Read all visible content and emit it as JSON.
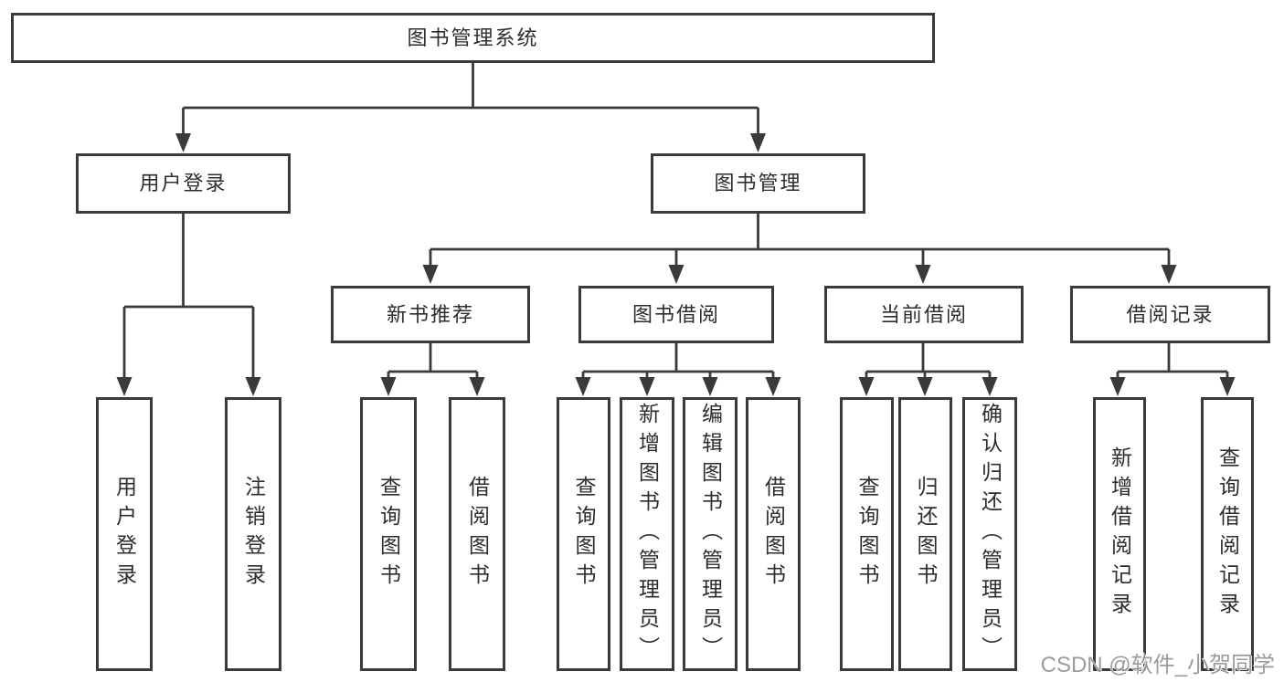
{
  "colors": {
    "line": "#3a3a3a",
    "node_border": "#3a3a3a",
    "node_text": "#2d2d2d",
    "background": "#ffffff",
    "watermark_gray": "#8a8a8a"
  },
  "tree": {
    "label": "图书管理系统",
    "children": [
      {
        "label": "用户登录",
        "children": [
          {
            "label": "用户登录"
          },
          {
            "label": "注销登录"
          }
        ]
      },
      {
        "label": "图书管理",
        "children": [
          {
            "label": "新书推荐",
            "children": [
              {
                "label": "查询图书"
              },
              {
                "label": "借阅图书"
              }
            ]
          },
          {
            "label": "图书借阅",
            "children": [
              {
                "label": "查询图书"
              },
              {
                "label": "新增图书（管理员）"
              },
              {
                "label": "编辑图书（管理员）"
              },
              {
                "label": "借阅图书"
              }
            ]
          },
          {
            "label": "当前借阅",
            "children": [
              {
                "label": "查询图书"
              },
              {
                "label": "归还图书"
              },
              {
                "label": "确认归还（管理员）"
              }
            ]
          },
          {
            "label": "借阅记录",
            "children": [
              {
                "label": "新增借阅记录"
              },
              {
                "label": "查询借阅记录"
              }
            ]
          }
        ]
      }
    ]
  },
  "watermark": {
    "text": "CSDN @软件_小贺同学"
  }
}
